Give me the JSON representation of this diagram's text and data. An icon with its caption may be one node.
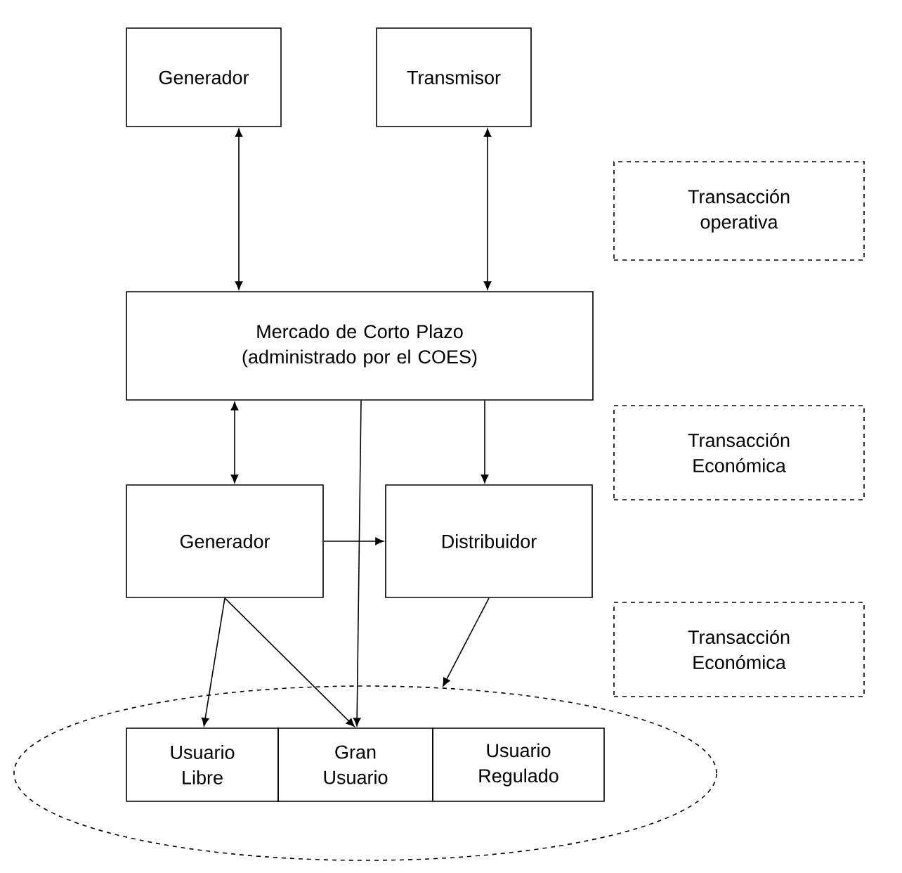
{
  "diagram": {
    "nodes": [
      {
        "text": [
          "Generador"
        ]
      },
      {
        "text": [
          "Transmisor"
        ]
      },
      {
        "text": [
          "Transacción operativa"
        ]
      },
      {
        "text": [
          "Mercado de Corto Plazo (administrado por el COES)"
        ]
      },
      {
        "text": [
          "Transacción Económica"
        ]
      },
      {
        "text": [
          "Generador"
        ]
      },
      {
        "text": [
          "Distribuidor"
        ]
      },
      {
        "text": [
          "Transacción Económica"
        ]
      },
      {
        "text": [],
        "shape": "ellipse"
      },
      {
        "text": [
          "Usuario Libre"
        ],
        "in": 8
      },
      {
        "text": [
          "Gran Usuario"
        ],
        "in": 8
      },
      {
        "text": [
          "Usuario Regulado"
        ],
        "in": 8
      }
    ],
    "edges": [
      {
        "from": 0,
        "to": 3,
        "arrow": "both"
      },
      {
        "from": 1,
        "to": 3,
        "arrow": "both"
      },
      {
        "from": 3,
        "to": 5,
        "arrow": "both"
      },
      {
        "from": 3,
        "to": 6,
        "arrow": "to"
      },
      {
        "from": 3,
        "to": 10,
        "arrow": "to"
      },
      {
        "from": 5,
        "to": 6,
        "arrow": "to"
      },
      {
        "from": 5,
        "to": 9,
        "arrow": "to"
      },
      {
        "from": 5,
        "to": 10,
        "arrow": "to"
      },
      {
        "from": 6,
        "to": 8,
        "arrow": "to"
      }
    ]
  }
}
